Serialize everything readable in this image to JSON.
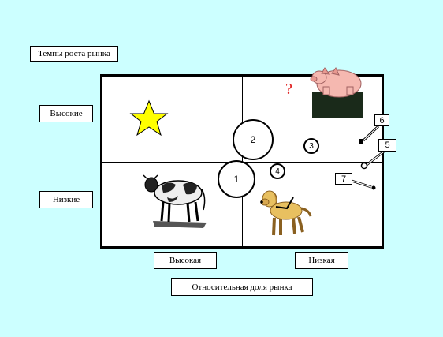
{
  "labels": {
    "market_growth": "Темпы роста рынка",
    "high": "Высокие",
    "low": "Низкие",
    "share_high": "Высокая",
    "share_low": "Низкая",
    "relative_share": "Относительная доля рынка"
  },
  "quadrant_icons": {
    "star": "star-icon",
    "question": "question-mark-icon",
    "cow": "cow-icon",
    "dog": "dog-icon",
    "pig": "pig-icon"
  },
  "question_mark": "?",
  "circles": [
    "1",
    "2",
    "3",
    "4"
  ],
  "markers": [
    "5",
    "6",
    "7"
  ],
  "colors": {
    "background": "#ccffff",
    "star": "#ffff00",
    "question": "#e02020",
    "pig": "#f5b8b0",
    "dog": "#e8c060"
  }
}
